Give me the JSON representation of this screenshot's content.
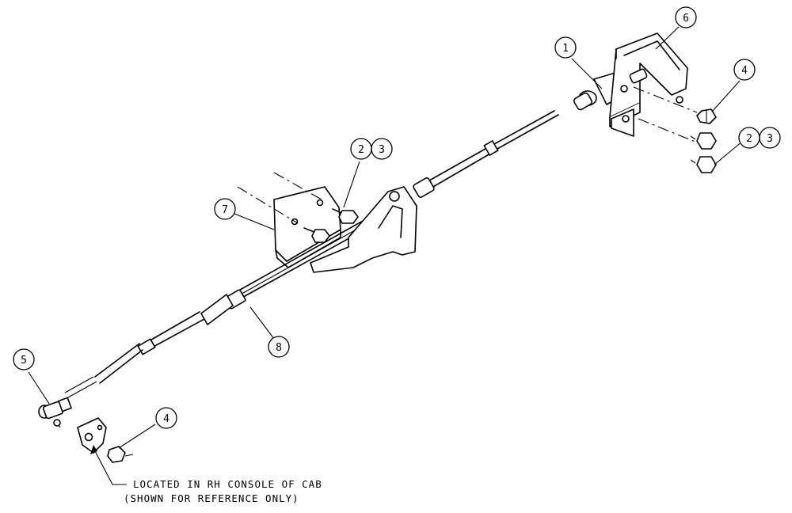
{
  "callouts": [
    "6",
    "1",
    "4",
    "2",
    "3",
    "2",
    "3",
    "7",
    "8",
    "5",
    "4"
  ],
  "note": {
    "line1": "LOCATED IN RH CONSOLE OF CAB",
    "line2": "(SHOWN FOR REFERENCE ONLY)"
  }
}
